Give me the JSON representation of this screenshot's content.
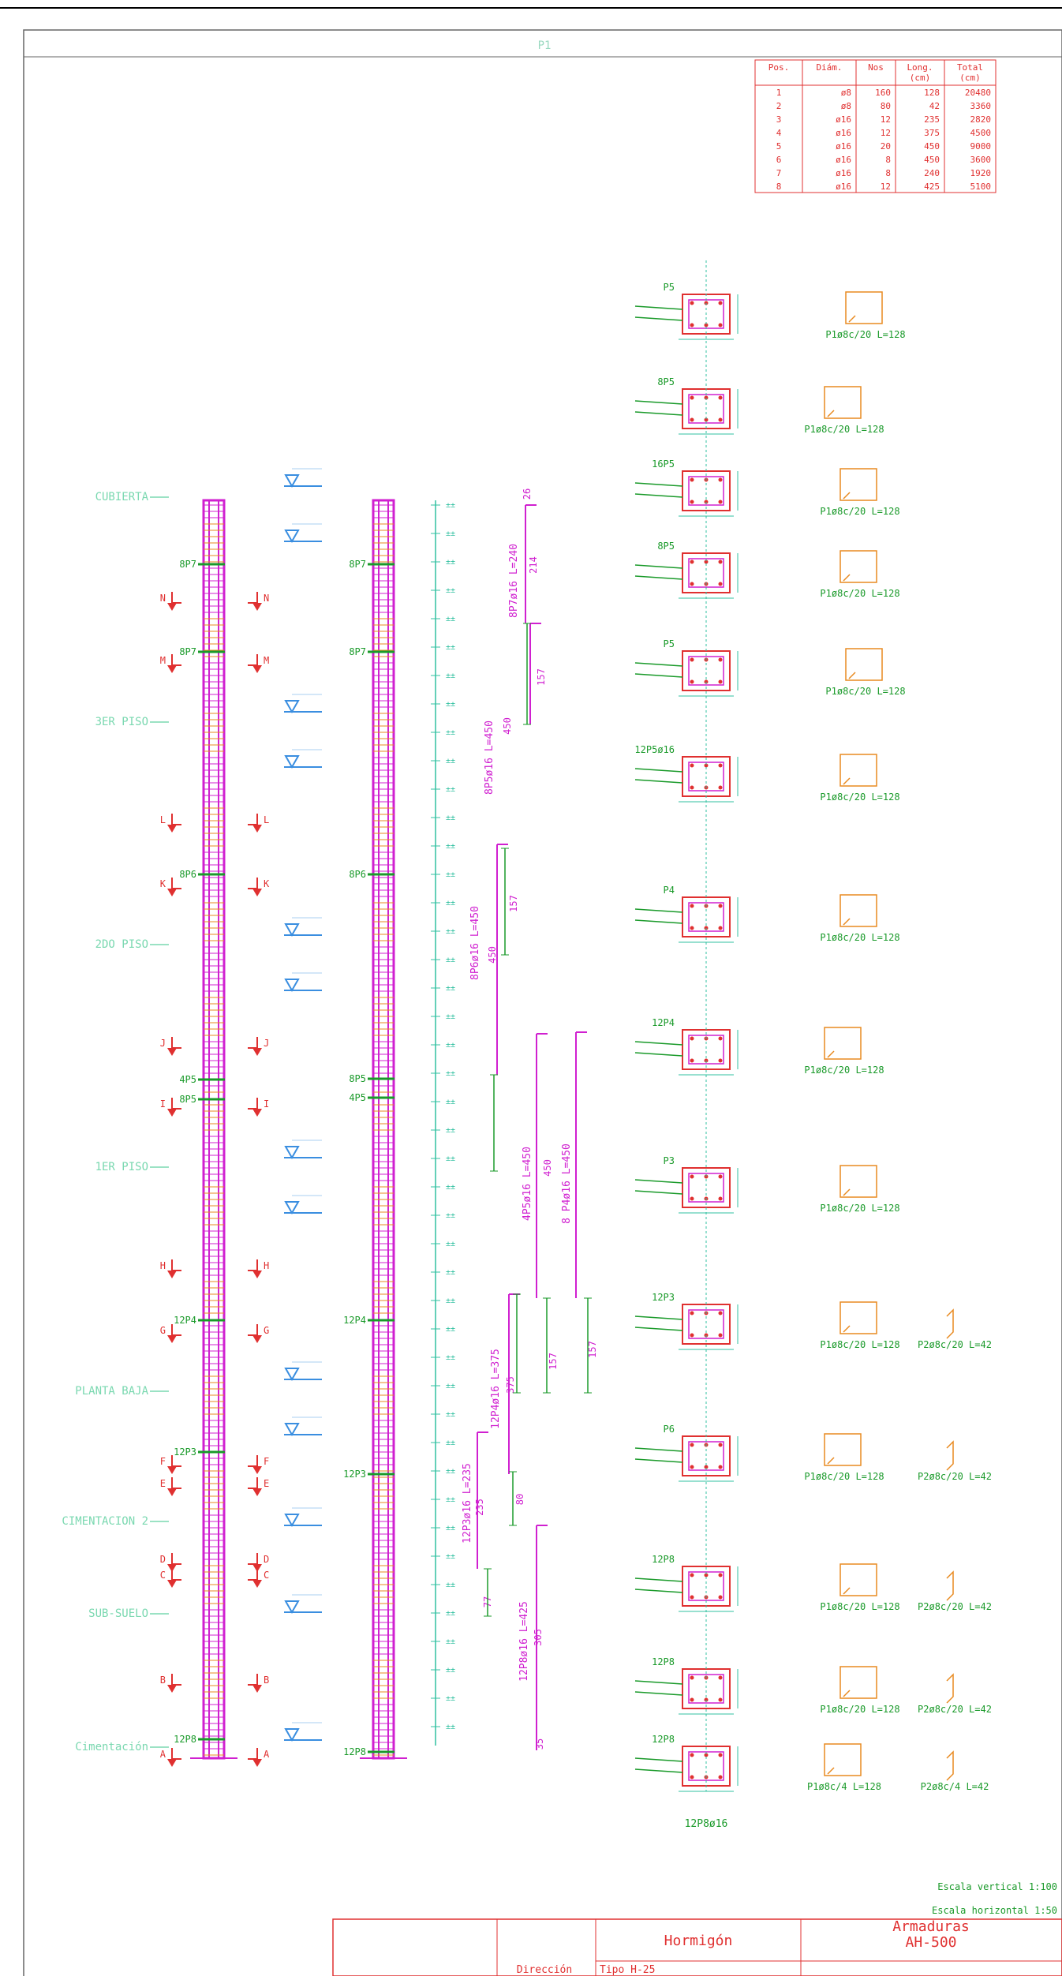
{
  "title": "P1",
  "schedule": {
    "headers": [
      "Pos.",
      "Diám.",
      "Nos",
      "Long.\n(cm)",
      "Total\n(cm)"
    ],
    "rows": [
      [
        "1",
        "ø8",
        "160",
        "128",
        "20480"
      ],
      [
        "2",
        "ø8",
        "80",
        "42",
        "3360"
      ],
      [
        "3",
        "ø16",
        "12",
        "235",
        "2820"
      ],
      [
        "4",
        "ø16",
        "12",
        "375",
        "4500"
      ],
      [
        "5",
        "ø16",
        "20",
        "450",
        "9000"
      ],
      [
        "6",
        "ø16",
        "8",
        "450",
        "3600"
      ],
      [
        "7",
        "ø16",
        "8",
        "240",
        "1920"
      ],
      [
        "8",
        "ø16",
        "12",
        "425",
        "5100"
      ]
    ]
  },
  "levels": [
    {
      "name": "CUBIERTA"
    },
    {
      "name": "3ER PISO"
    },
    {
      "name": "2DO PISO"
    },
    {
      "name": "1ER PISO"
    },
    {
      "name": "PLANTA BAJA"
    },
    {
      "name": "CIMENTACION 2"
    },
    {
      "name": "SUB-SUELO"
    },
    {
      "name": "Cimentación"
    }
  ],
  "section_cuts": [
    "N",
    "M",
    "L",
    "K",
    "J",
    "I",
    "H",
    "G",
    "F",
    "E",
    "D",
    "C",
    "B",
    "A"
  ],
  "col1_bar_marks": [
    "8P7",
    "8P7",
    "8P6",
    "4P5",
    "8P5",
    "12P4",
    "12P3",
    "12P8"
  ],
  "col2_bar_marks": [
    "8P7",
    "8P7",
    "8P6",
    "8P5",
    "4P5",
    "12P4",
    "12P3",
    "12P8"
  ],
  "long_bars": [
    {
      "label": "8P7ø16 L=240",
      "dims": [
        "26",
        "214"
      ]
    },
    {
      "label": "8P5ø16 L=450",
      "dims": [
        "450",
        "157"
      ]
    },
    {
      "label": "8P6ø16 L=450",
      "dims": [
        "450",
        "157"
      ]
    },
    {
      "label": "4P5ø16 L=450",
      "dims": [
        "450"
      ]
    },
    {
      "label": "8 P4ø16 L=450",
      "dims": [
        "157"
      ]
    },
    {
      "label": "12P4ø16 L=375",
      "dims": [
        "375",
        "157"
      ]
    },
    {
      "label": "12P3ø16 L=235",
      "dims": [
        "235",
        "80"
      ]
    },
    {
      "label": "12P8ø16 L=425",
      "dims": [
        "77",
        "305",
        "35"
      ]
    }
  ],
  "sections": [
    {
      "mark": "P5",
      "label": "P1ø8c/20 L=128"
    },
    {
      "mark": "8P5",
      "label": "P1ø8c/20 L=128"
    },
    {
      "mark": "16P5",
      "label": "P1ø8c/20 L=128"
    },
    {
      "mark": "8P5",
      "label": "P1ø8c/20 L=128"
    },
    {
      "mark": "P5",
      "label": "P1ø8c/20 L=128"
    },
    {
      "mark": "12P5ø16",
      "label": "P1ø8c/20 L=128"
    },
    {
      "mark": "P4",
      "label": "P1ø8c/20 L=128"
    },
    {
      "mark": "12P4",
      "label": "P1ø8c/20 L=128"
    },
    {
      "mark": "P3",
      "label": "P1ø8c/20 L=128"
    },
    {
      "mark": "12P3",
      "label": "P1ø8c/20 L=128",
      "extra": "P2ø8c/20 L=42"
    },
    {
      "mark": "P6",
      "label": "P1ø8c/20 L=128",
      "extra": "P2ø8c/20 L=42"
    },
    {
      "mark": "12P8",
      "label": "P1ø8c/20 L=128",
      "extra": "P2ø8c/20 L=42"
    },
    {
      "mark": "12P8",
      "label": "P1ø8c/20 L=128",
      "extra": "P2ø8c/20 L=42"
    },
    {
      "mark": "12P8",
      "label": "P1ø8c/4 L=128",
      "extra": "P2ø8c/4 L=42"
    }
  ],
  "section_footer": "12P8ø16",
  "scales": {
    "vertical": "Escala vertical 1:100",
    "horizontal": "Escala horizontal 1:50"
  },
  "title_block": {
    "material1": "Hormigón",
    "material2": "Armaduras\nAH-500",
    "row2a": "Dirección",
    "row2b": "Tipo H-25"
  },
  "colors": {
    "red": "#e03030",
    "green": "#1a9a2a",
    "magenta": "#d020d0",
    "cyan": "#30c0a0",
    "blue": "#3a8ee0",
    "orange": "#e88a20",
    "mint": "#7ad8b0"
  }
}
